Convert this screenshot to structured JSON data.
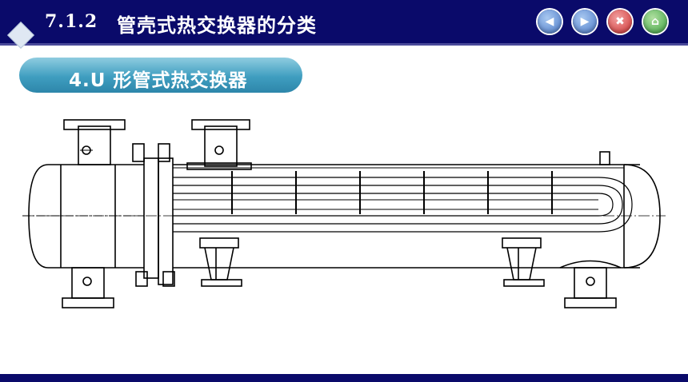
{
  "header": {
    "section_number": "7.1.2",
    "section_title": "管壳式热交换器的分类",
    "nav_buttons": [
      {
        "name": "back-icon",
        "glyph": "◀",
        "color": "#4a78c8"
      },
      {
        "name": "forward-icon",
        "glyph": "▶",
        "color": "#4a78c8"
      },
      {
        "name": "close-icon",
        "glyph": "✖",
        "color": "#d03030"
      },
      {
        "name": "home-icon",
        "glyph": "⌂",
        "color": "#3aa040"
      }
    ]
  },
  "subtitle": {
    "label": "4.U 形管式热交换器"
  },
  "colors": {
    "header_bg": "#0a0a6a",
    "pill": "#3f9ec0"
  }
}
